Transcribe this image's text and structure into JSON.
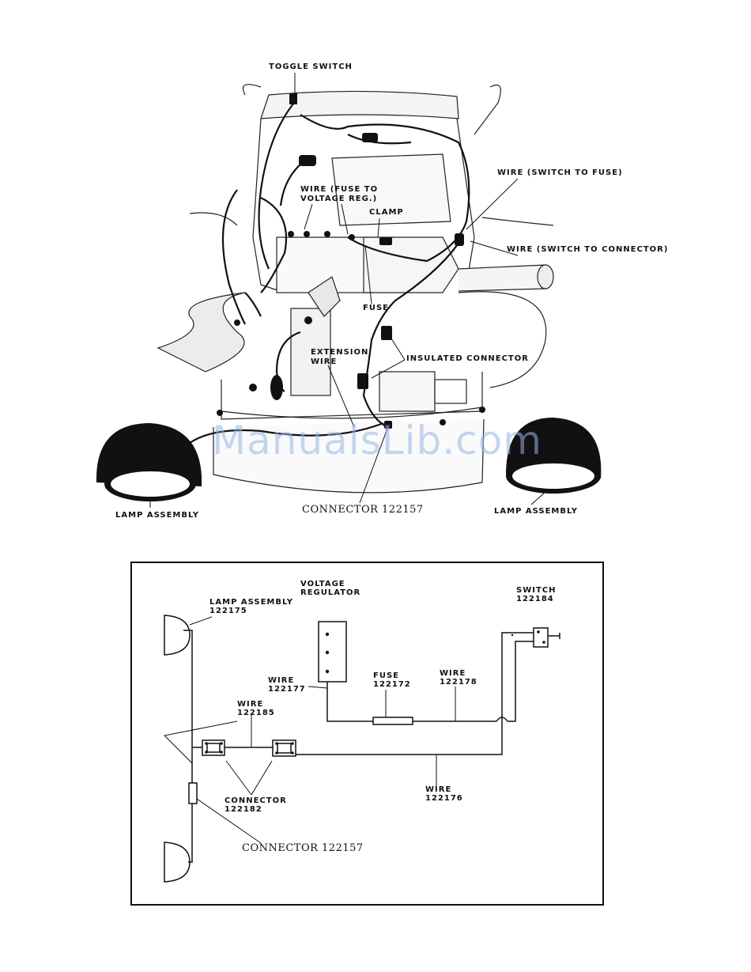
{
  "illustration": {
    "labels": {
      "toggle_switch": "TOGGLE SWITCH",
      "wire_switch_to_fuse": "WIRE (SWITCH TO FUSE)",
      "wire_fuse_to_vr_line1": "WIRE (FUSE TO",
      "wire_fuse_to_vr_line2": "VOLTAGE REG.)",
      "clamp": "CLAMP",
      "wire_switch_to_connector": "WIRE (SWITCH TO CONNECTOR)",
      "fuse": "FUSE",
      "extension_wire_line1": "EXTENSION",
      "extension_wire_line2": "WIRE",
      "insulated_connector": "INSULATED CONNECTOR",
      "lamp_assembly_left": "LAMP ASSEMBLY",
      "lamp_assembly_right": "LAMP ASSEMBLY",
      "connector_122157": "CONNECTOR 122157"
    },
    "watermark": "ManualsLib.com"
  },
  "schematic": {
    "labels": {
      "voltage_regulator_line1": "VOLTAGE",
      "voltage_regulator_line2": "REGULATOR",
      "switch_line1": "SWITCH",
      "switch_line2": "122184",
      "lamp_assembly_line1": "LAMP ASSEMBLY",
      "lamp_assembly_line2": "122175",
      "wire_122177_line1": "WIRE",
      "wire_122177_line2": "122177",
      "fuse_line1": "FUSE",
      "fuse_line2": "122172",
      "wire_122178_line1": "WIRE",
      "wire_122178_line2": "122178",
      "wire_122185_line1": "WIRE",
      "wire_122185_line2": "122185",
      "wire_122176_line1": "WIRE",
      "wire_122176_line2": "122176",
      "connector_122182_line1": "CONNECTOR",
      "connector_122182_line2": "122182",
      "connector_122157": "CONNECTOR 122157"
    }
  }
}
